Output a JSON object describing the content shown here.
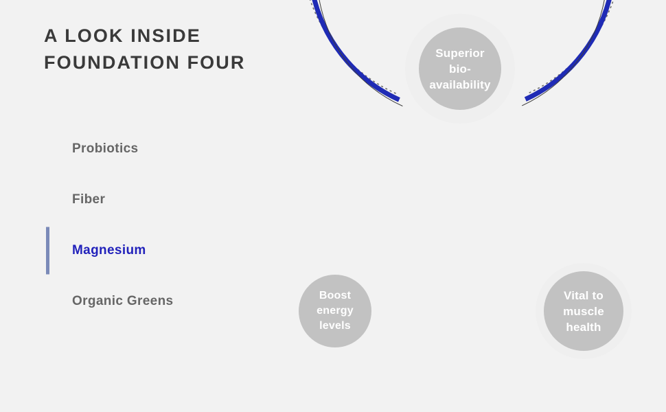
{
  "page": {
    "background_color": "#f2f2f2",
    "title": "A LOOK INSIDE\nFOUNDATION FOUR"
  },
  "sidebar": {
    "items": [
      {
        "label": "Probiotics",
        "active": false
      },
      {
        "label": "Fiber",
        "active": false
      },
      {
        "label": "Magnesium",
        "active": true
      },
      {
        "label": "Organic Greens",
        "active": false
      }
    ],
    "active_color": "#2222bb",
    "inactive_color": "#666666",
    "indicator_color": "#7b8ab8"
  },
  "diagram": {
    "ring": {
      "arcs": [
        {
          "name": "inner-thin-line",
          "style": "solid",
          "color": "#3c3c3c",
          "width": 1
        },
        {
          "name": "blue-accent-arc",
          "style": "solid",
          "color": "#1f2bb5",
          "width": 7
        },
        {
          "name": "outer-dotted-line",
          "style": "dotted",
          "color": "#6d6d6d",
          "width": 1.6
        }
      ]
    },
    "nodes": [
      {
        "id": "node-top",
        "label": "Superior\nbio-\navailability",
        "disc_color": "#c2c2c2",
        "halo_color": "#efefef",
        "text_color": "#ffffff"
      },
      {
        "id": "node-left",
        "label": "Boost\nenergy\nlevels",
        "disc_color": "#c2c2c2",
        "halo_color": "none",
        "text_color": "#ffffff"
      },
      {
        "id": "node-right",
        "label": "Vital to\nmuscle\nhealth",
        "disc_color": "#c2c2c2",
        "halo_color": "#efefef",
        "text_color": "#ffffff"
      }
    ]
  }
}
